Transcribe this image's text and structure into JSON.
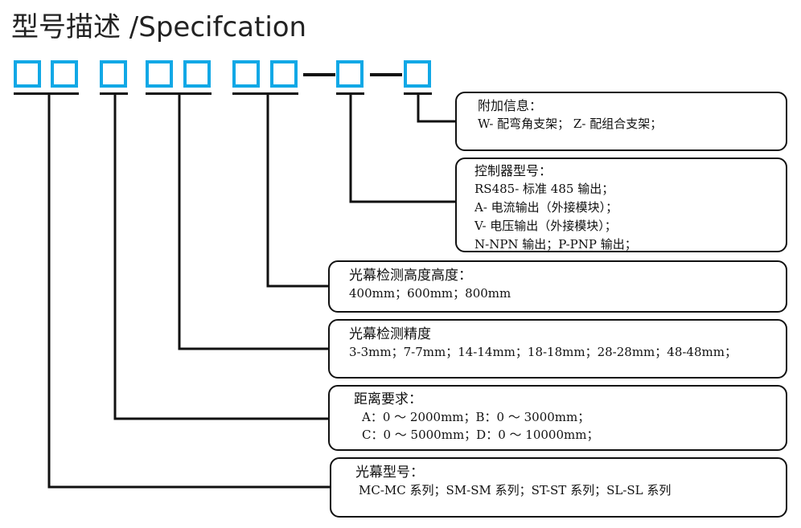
{
  "header": {
    "title": "型号描述 /Specifcation"
  },
  "colors": {
    "code_box_border": "#11a8e6",
    "line": "#111111"
  },
  "fields": [
    {
      "id": "extra",
      "title": "附加信息：",
      "lines": [
        "W- 配弯角支架；  Z- 配组合支架；"
      ]
    },
    {
      "id": "controller",
      "title": "控制器型号：",
      "lines": [
        "RS485- 标准 485 输出；",
        "A- 电流输出（外接模块）；",
        "V- 电压输出（外接模块）；",
        "N-NPN 输出；P-PNP 输出；"
      ]
    },
    {
      "id": "height",
      "title": "光幕检测高度高度：",
      "lines": [
        "400mm；600mm；800mm"
      ]
    },
    {
      "id": "precision",
      "title": "光幕检测精度",
      "lines": [
        "3-3mm；7-7mm；14-14mm；18-18mm；28-28mm；48-48mm；"
      ]
    },
    {
      "id": "distance",
      "title": "距离要求：",
      "lines": [
        "A：0 ～ 2000mm；B：0 ～ 3000mm；",
        "C：0 ～ 5000mm；D：0 ～ 10000mm；"
      ]
    },
    {
      "id": "series",
      "title": "光幕型号：",
      "lines": [
        "MC-MC 系列；SM-SM 系列；ST-ST 系列；SL-SL 系列"
      ]
    }
  ]
}
